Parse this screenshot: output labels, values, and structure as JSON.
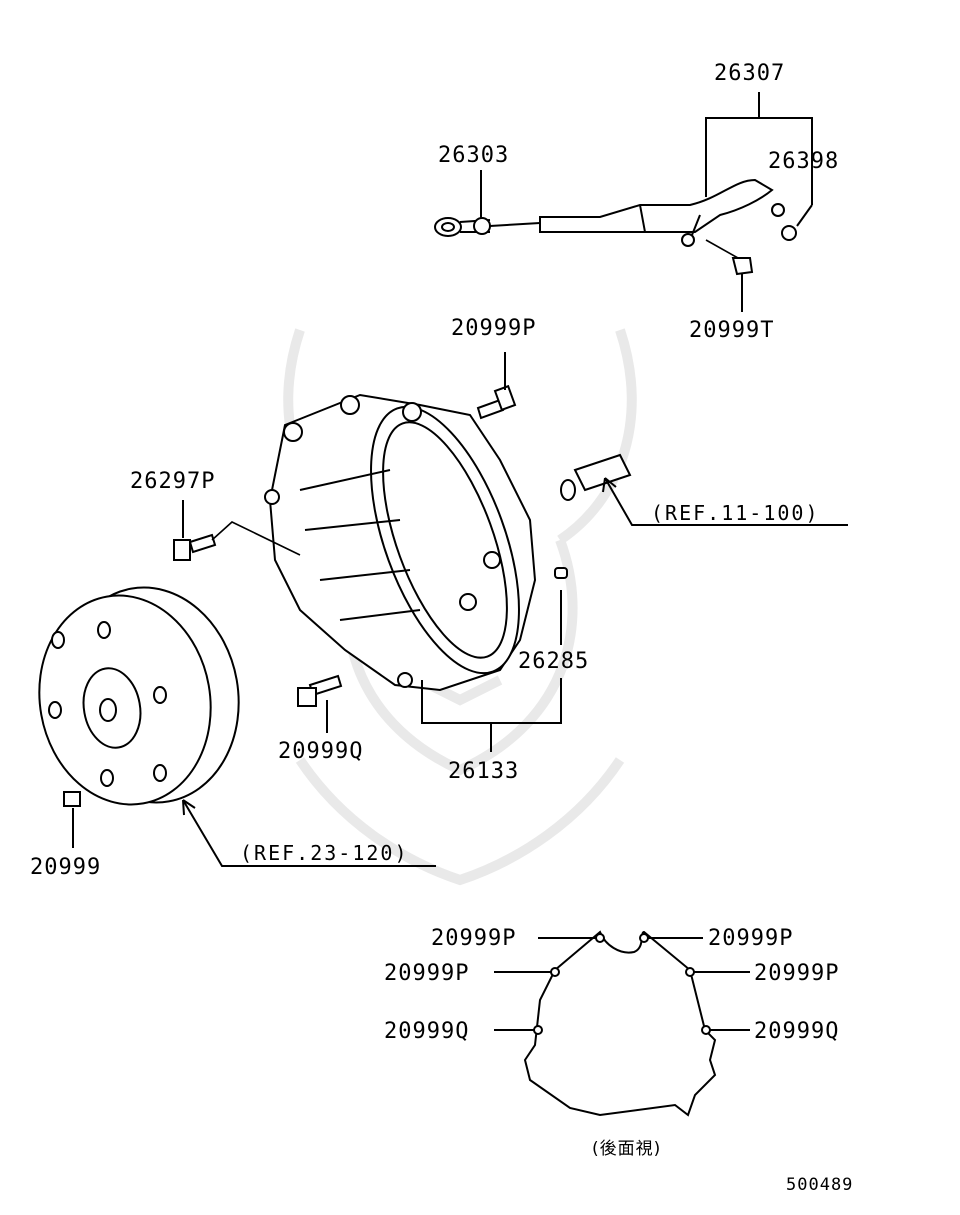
{
  "diagram": {
    "figure_code": "500489",
    "view_caption": "(後面視)",
    "labels": {
      "p26307": "26307",
      "p26303": "26303",
      "p26398": "26398",
      "p20999T": "20999T",
      "p20999P_top": "20999P",
      "p26297P": "26297P",
      "ref_11_100": "(REF.11-100)",
      "p26285": "26285",
      "p20999Q": "20999Q",
      "p26133": "26133",
      "p20999": "20999",
      "ref_23_120": "(REF.23-120)"
    },
    "rear_view_labels": {
      "left_1": "20999P",
      "left_2": "20999P",
      "left_3": "20999Q",
      "right_1": "20999P",
      "right_2": "20999P",
      "right_3": "20999Q"
    }
  }
}
